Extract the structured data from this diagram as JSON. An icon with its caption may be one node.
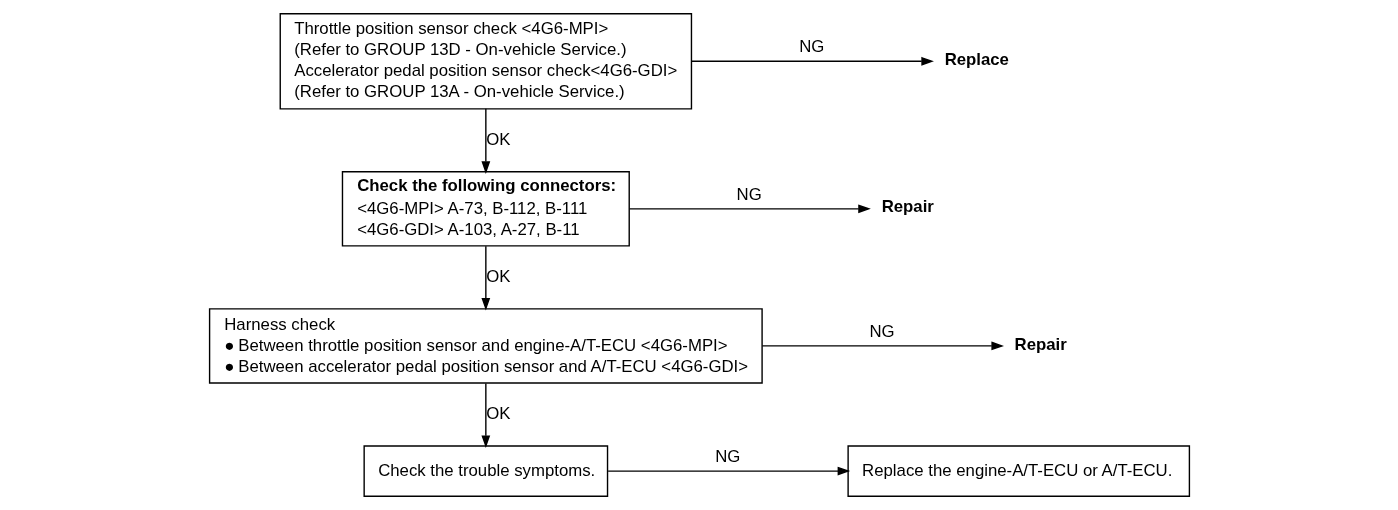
{
  "diagram": {
    "nodes": [
      {
        "text": [
          "Throttle position sensor check <4G6-MPI>",
          "(Refer to GROUP 13D - On-vehicle Service.)",
          "Accelerator pedal position sensor check<4G6-GDI>",
          "(Refer to GROUP 13A - On-vehicle Service.)"
        ]
      },
      {
        "text": [
          "Replace"
        ]
      },
      {
        "text": [
          "Check the following connectors:",
          "<4G6-MPI> A-73, B-112, B-111",
          "<4G6-GDI> A-103, A-27, B-11"
        ]
      },
      {
        "text": [
          "Repair"
        ]
      },
      {
        "text": [
          "Harness check",
          "●",
          "Between throttle position sensor and engine-A/T-ECU <4G6-MPI>",
          "●",
          "Between accelerator pedal position sensor and A/T-ECU <4G6-GDI>"
        ]
      },
      {
        "text": [
          "Repair"
        ]
      },
      {
        "text": [
          "Check the trouble symptoms."
        ]
      },
      {
        "text": [
          "Replace the engine-A/T-ECU or A/T-ECU."
        ]
      }
    ],
    "edges": [
      {
        "from": 0,
        "to": 1,
        "arrow": "to",
        "label": "NG"
      },
      {
        "from": 0,
        "to": 2,
        "arrow": "to",
        "label": "OK"
      },
      {
        "from": 2,
        "to": 3,
        "arrow": "to",
        "label": "NG"
      },
      {
        "from": 2,
        "to": 4,
        "arrow": "to",
        "label": "OK"
      },
      {
        "from": 4,
        "to": 5,
        "arrow": "to",
        "label": "NG"
      },
      {
        "from": 4,
        "to": 6,
        "arrow": "to",
        "label": "OK"
      },
      {
        "from": 6,
        "to": 7,
        "arrow": "to",
        "label": "NG"
      }
    ]
  }
}
